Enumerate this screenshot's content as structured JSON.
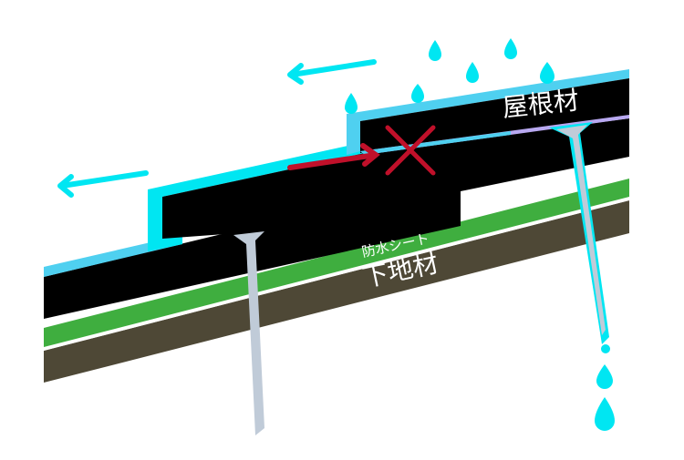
{
  "diagram": {
    "type": "roof cross-section (capillary / water ingress illustration)",
    "labels": {
      "roofing_material": "屋根材",
      "waterproof_sheet": "防水シート",
      "substrate": "下地材"
    },
    "symbols": {
      "blocked_mark": "✕",
      "flow_arrows": [
        "water-flow-left-upper",
        "water-flow-left-lower"
      ],
      "blocked_arrow": "water-push-right"
    },
    "colors": {
      "roofing_black": "#000000",
      "water_film": "#4fd0f0",
      "water_drop": "#00e6f2",
      "waterproof_sheet_green": "#3fae3f",
      "substrate_brown": "#4e4836",
      "nail_gray": "#c0cbd8",
      "blocked_arrow_red": "#c0102a",
      "capillary_purple": "#b8a8f0"
    }
  }
}
